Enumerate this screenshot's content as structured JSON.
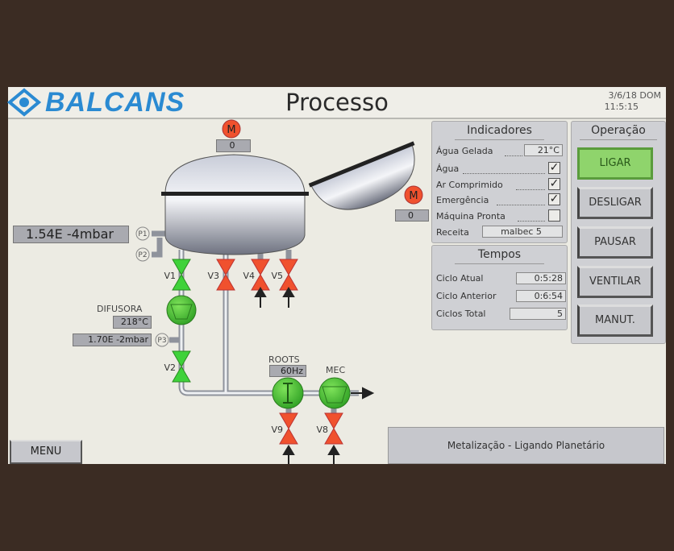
{
  "header": {
    "logo": "BALCANS",
    "title": "Processo",
    "date": "3/6/18 DOM",
    "time": "11:5:15"
  },
  "motors": [
    {
      "label": "M",
      "value": "0"
    },
    {
      "label": "M",
      "value": "0"
    }
  ],
  "pressure": {
    "p1_label": "P1",
    "p2_label": "P2",
    "p3_label": "P3",
    "main": "1.54E -4mbar",
    "difusora": "1.70E -2mbar"
  },
  "difusora": {
    "label": "DIFUSORA",
    "temp": "218°C"
  },
  "roots": {
    "label": "ROOTS",
    "freq": "60Hz"
  },
  "mec": {
    "label": "MEC"
  },
  "valves": {
    "v1": "V1",
    "v2": "V2",
    "v3": "V3",
    "v4": "V4",
    "v5": "V5",
    "v8": "V8",
    "v9": "V9"
  },
  "indicadores": {
    "title": "Indicadores",
    "agua_gelada_label": "Água Gelada",
    "agua_gelada_value": "21°C",
    "items": [
      {
        "label": "Água",
        "checked": true
      },
      {
        "label": "Ar Comprimido",
        "checked": true
      },
      {
        "label": "Emergência",
        "checked": true
      },
      {
        "label": "Máquina Pronta",
        "checked": false
      }
    ],
    "receita_label": "Receita",
    "receita_value": "malbec 5"
  },
  "tempos": {
    "title": "Tempos",
    "ciclo_atual_label": "Ciclo Atual",
    "ciclo_atual": "0:5:28",
    "ciclo_anterior_label": "Ciclo Anterior",
    "ciclo_anterior": "0:6:54",
    "ciclos_total_label": "Ciclos Total",
    "ciclos_total": "5"
  },
  "operacao": {
    "title": "Operação",
    "ligar": "LIGAR",
    "desligar": "DESLIGAR",
    "pausar": "PAUSAR",
    "ventilar": "VENTILAR",
    "manut": "MANUT."
  },
  "menu": "MENU",
  "status": "Metalização - Ligando Planetário",
  "colors": {
    "valve_open": "#3fd23a",
    "valve_closed": "#f0512e",
    "accent": "#2a8ad2"
  }
}
